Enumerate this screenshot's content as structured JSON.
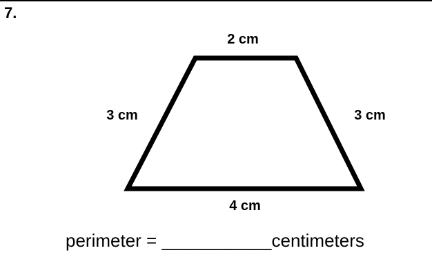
{
  "problem": {
    "number": "7."
  },
  "figure": {
    "shape": "trapezoid",
    "stroke_color": "#000000",
    "labels": {
      "top": "2 cm",
      "left": "3 cm",
      "right": "3 cm",
      "bottom": "4 cm"
    }
  },
  "answer": {
    "prompt": "perimeter = ",
    "blank": "___________",
    "unit": "centimeters"
  }
}
